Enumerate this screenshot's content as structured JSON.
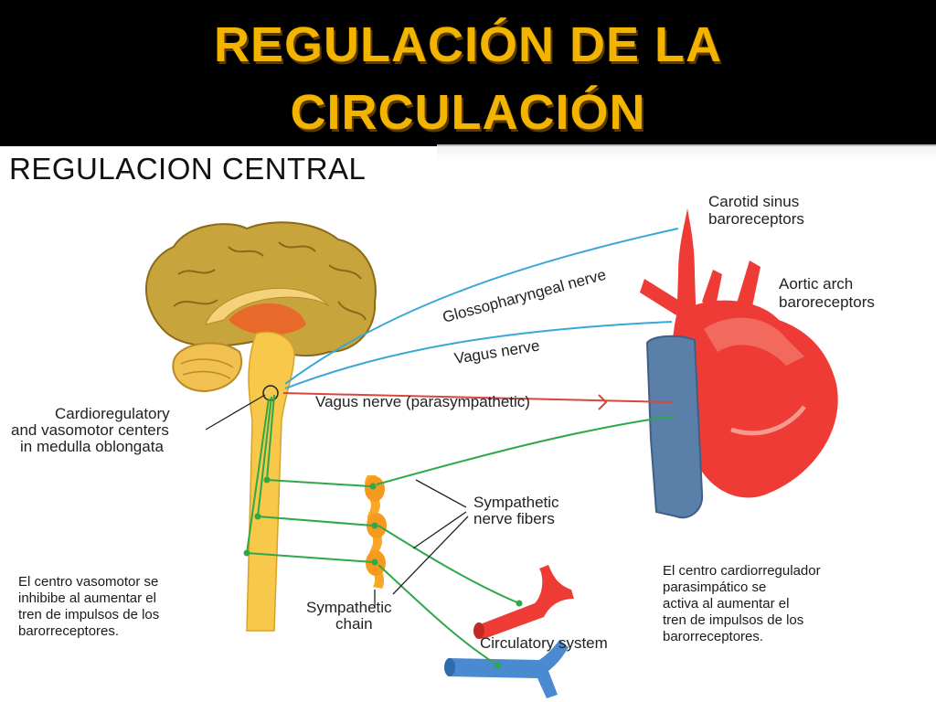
{
  "title": {
    "line1": "REGULACIÓN DE LA",
    "line2": "CIRCULACIÓN"
  },
  "subtitle": "REGULACION CENTRAL",
  "labels": {
    "carotid_1": "Carotid sinus",
    "carotid_2": "baroreceptors",
    "aortic_1": "Aortic arch",
    "aortic_2": "baroreceptors",
    "glossopharyngeal": "Glossopharyngeal nerve",
    "vagus": "Vagus nerve",
    "vagus_para": "Vagus nerve (parasympathetic)",
    "centers_1": "Cardioregulatory",
    "centers_2": "and vasomotor centers",
    "centers_3": "in medulla oblongata",
    "symp_fibers_1": "Sympathetic",
    "symp_fibers_2": "nerve fibers",
    "symp_chain_1": "Sympathetic",
    "symp_chain_2": "chain",
    "circulatory": "Circulatory system"
  },
  "notes": {
    "left": [
      "El centro vasomotor se",
      "inhibibe al aumentar el",
      "tren de impulsos de los",
      "barorreceptores."
    ],
    "right": [
      "El centro cardiorregulador",
      "parasimpático se",
      "activa al aumentar el",
      "tren de impulsos de los",
      "barorreceptores."
    ]
  },
  "colors": {
    "title_text": "#f3b400",
    "brain": "#c8a43c",
    "brain_inner": "#e86a2a",
    "spinal_cord": "#f7c84a",
    "heart": "#ef3b35",
    "vein": "#5a7fa8",
    "glosso_nerve": "#3aa7d6",
    "vagus_nerve": "#3aa7d6",
    "parasympathetic_nerve": "#d9463d",
    "sympathetic_nerve": "#2fa84a"
  }
}
